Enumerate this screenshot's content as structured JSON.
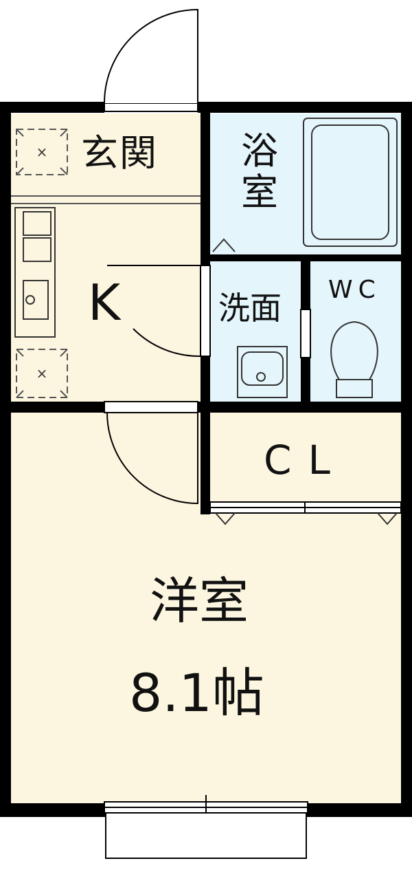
{
  "plan": {
    "rooms": {
      "genkan": "玄関",
      "bathroom": "浴室",
      "kitchen": "K",
      "washroom": "洗面",
      "toilet": "WC",
      "closet": "CL",
      "western_room": "洋室",
      "western_room_size": "8.1帖"
    },
    "colors": {
      "wall": "#000000",
      "floor_beige": "#fcf6e0",
      "wet_area_blue": "#e4f5fb",
      "closet_pink": "#fde6ee",
      "fixture_line": "#222222"
    }
  }
}
